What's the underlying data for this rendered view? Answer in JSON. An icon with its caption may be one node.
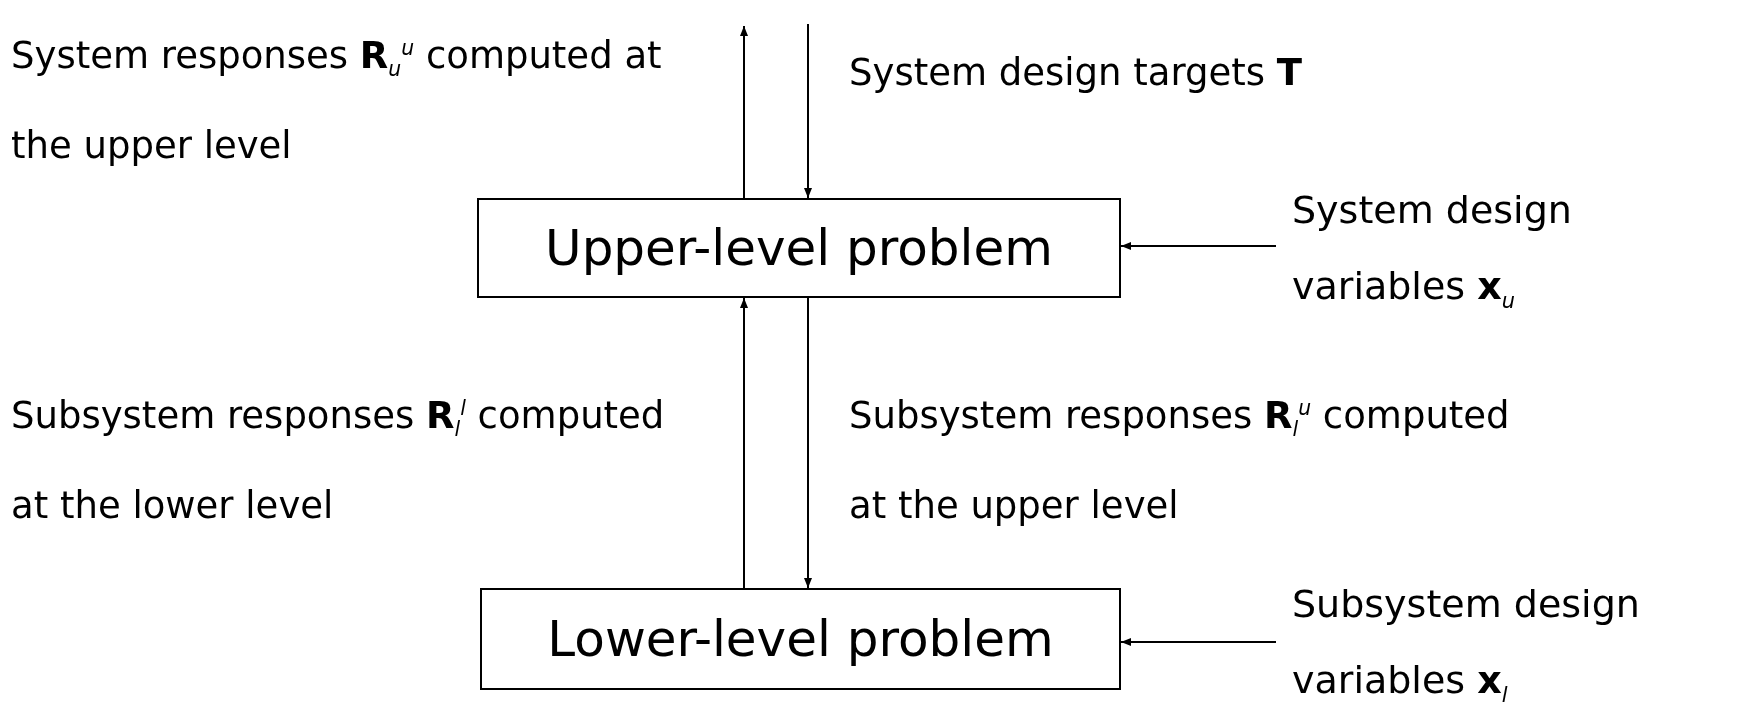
{
  "diagram": {
    "nodes": [
      {
        "text": [
          "Upper-level problem"
        ]
      },
      {
        "text": [
          "Lower-level problem"
        ]
      },
      {
        "text": [
          "System design variables **x**$_{u}$"
        ]
      },
      {
        "text": [
          "Subsystem design variables **x**$_{l}$"
        ]
      }
    ],
    "edges": [
      {
        "from": 0,
        "to": null,
        "arrow": "to",
        "label": "System responses **R**$_{u}$$^{u}$ computed at the upper level"
      },
      {
        "from": null,
        "to": 0,
        "arrow": "to",
        "label": "System design targets **T**"
      },
      {
        "from": 1,
        "to": 0,
        "arrow": "to",
        "label": "Subsystem responses **R**$_{l}$$^{l}$ computed at the lower level"
      },
      {
        "from": 0,
        "to": 1,
        "arrow": "to",
        "label": "Subsystem responses **R**$_{l}$$^{u}$ computed at the upper level"
      },
      {
        "from": 2,
        "to": 0,
        "arrow": "to"
      },
      {
        "from": 3,
        "to": 1,
        "arrow": "to"
      }
    ]
  }
}
